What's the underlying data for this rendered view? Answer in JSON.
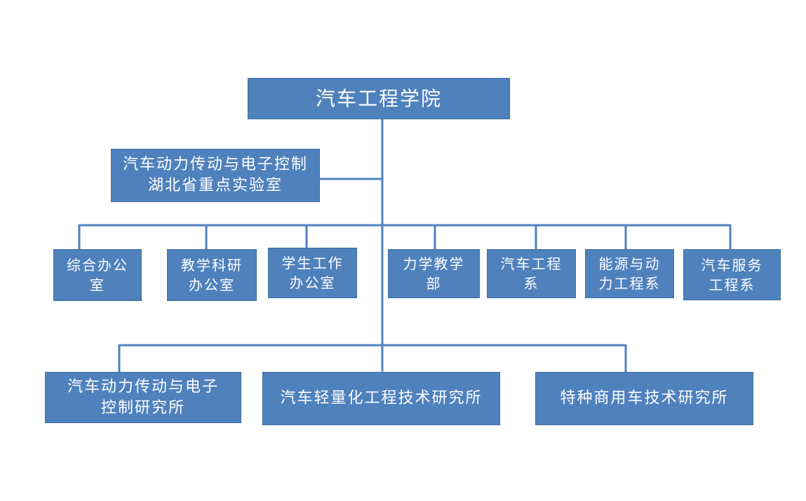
{
  "diagram": {
    "line_color": "#4f81bd",
    "box_color": "#4f81bd",
    "text_color": "#ffffff",
    "root": {
      "label": "汽车工程学院"
    },
    "lab": {
      "label": "汽车动力传动与电子控制\n湖北省重点实验室"
    },
    "departments": [
      {
        "id": "dept-general-office",
        "label": "综合办公\n室"
      },
      {
        "id": "dept-teaching-office",
        "label": "教学科研\n办公室"
      },
      {
        "id": "dept-student-office",
        "label": "学生工作\n办公室"
      },
      {
        "id": "dept-mechanics",
        "label": "力学教学\n部"
      },
      {
        "id": "dept-automotive-eng",
        "label": "汽车工程\n系"
      },
      {
        "id": "dept-energy-power",
        "label": "能源与动\n力工程系"
      },
      {
        "id": "dept-automotive-service",
        "label": "汽车服务\n工程系"
      }
    ],
    "institutes": [
      {
        "id": "institute-powertrain-control",
        "label": "汽车动力传动与电子\n控制研究所"
      },
      {
        "id": "institute-lightweight",
        "label": "汽车轻量化工程技术研究所"
      },
      {
        "id": "institute-special-commercial",
        "label": "特种商用车技术研究所"
      }
    ]
  }
}
